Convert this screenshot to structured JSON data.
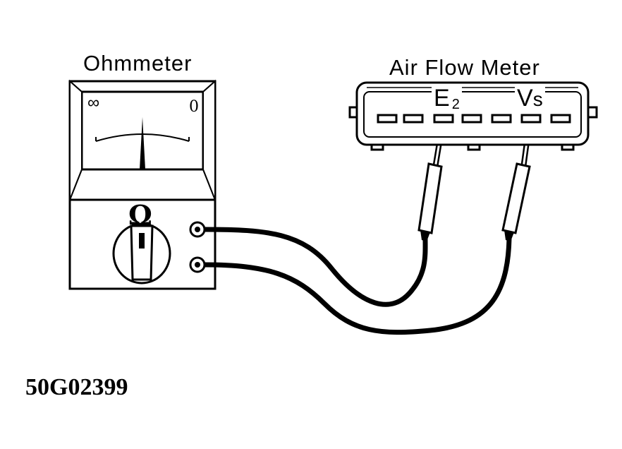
{
  "ohmmeter": {
    "title": "Ohmmeter",
    "scale_infinity": "∞",
    "scale_zero": "0",
    "dial_symbol": "Ω"
  },
  "air_flow_meter": {
    "title": "Air Flow Meter",
    "terminal_e2": "E",
    "terminal_e2_sub": "2",
    "terminal_vs_main": "V",
    "terminal_vs_sub": "s"
  },
  "figure_code": "50G02399",
  "colors": {
    "ink": "#000000",
    "paper": "#ffffff"
  }
}
